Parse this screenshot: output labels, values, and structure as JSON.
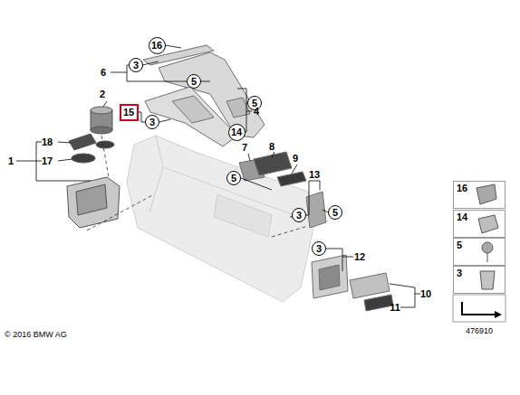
{
  "diagram": {
    "nodes": [
      {
        "text": [
          "16"
        ]
      },
      {
        "text": [
          "3"
        ]
      },
      {
        "text": [
          "5"
        ]
      },
      {
        "text": [
          "15"
        ]
      },
      {
        "text": [
          "3"
        ]
      },
      {
        "text": [
          "5"
        ]
      },
      {
        "text": [
          "14"
        ]
      },
      {
        "text": [
          "5"
        ]
      },
      {
        "text": [
          "3"
        ]
      },
      {
        "text": [
          "5"
        ]
      },
      {
        "text": [
          "3"
        ]
      },
      {
        "text": [
          "16"
        ]
      },
      {
        "text": [
          "14"
        ]
      },
      {
        "text": [
          "5"
        ]
      },
      {
        "text": [
          "3"
        ]
      }
    ],
    "edges": [],
    "labels": [
      "6",
      "2",
      "4",
      "18",
      "1",
      "17",
      "7",
      "8",
      "9",
      "13",
      "12",
      "10",
      "11",
      "© 2016 BMW AG",
      "476910"
    ]
  }
}
